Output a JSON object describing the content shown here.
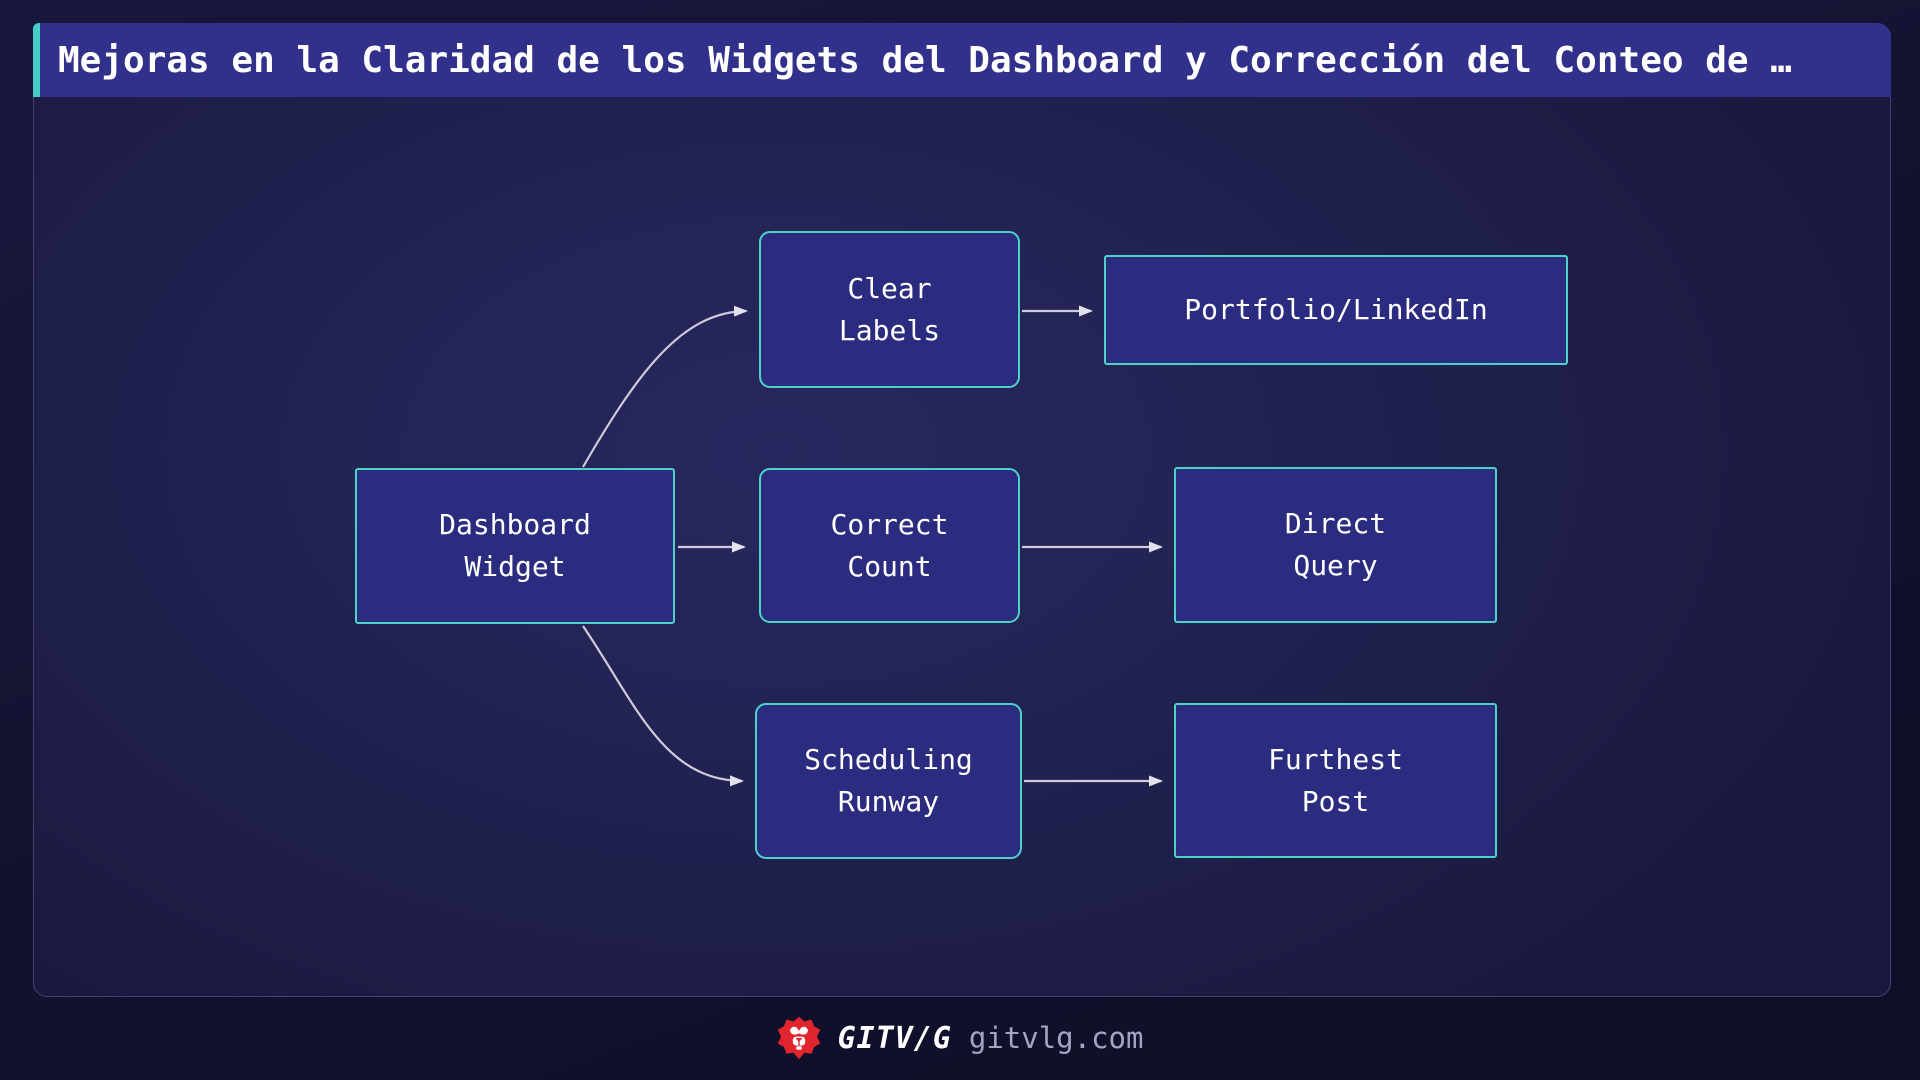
{
  "title": "Mejoras en la Claridad de los Widgets del Dashboard y Corrección del Conteo de …",
  "diagram": {
    "nodes": [
      {
        "id": "dashboard-widget",
        "label": "Dashboard\nWidget",
        "shape": "square"
      },
      {
        "id": "clear-labels",
        "label": "Clear\nLabels",
        "shape": "rounded"
      },
      {
        "id": "portfolio-linkedin",
        "label": "Portfolio/LinkedIn",
        "shape": "square"
      },
      {
        "id": "correct-count",
        "label": "Correct\nCount",
        "shape": "rounded"
      },
      {
        "id": "direct-query",
        "label": "Direct\nQuery",
        "shape": "square"
      },
      {
        "id": "scheduling-runway",
        "label": "Scheduling\nRunway",
        "shape": "rounded"
      },
      {
        "id": "furthest-post",
        "label": "Furthest\nPost",
        "shape": "square"
      }
    ],
    "edges": [
      {
        "from": "dashboard-widget",
        "to": "clear-labels"
      },
      {
        "from": "dashboard-widget",
        "to": "correct-count"
      },
      {
        "from": "dashboard-widget",
        "to": "scheduling-runway"
      },
      {
        "from": "clear-labels",
        "to": "portfolio-linkedin"
      },
      {
        "from": "correct-count",
        "to": "direct-query"
      },
      {
        "from": "scheduling-runway",
        "to": "furthest-post"
      }
    ]
  },
  "footer": {
    "brand": "GITV/G",
    "domain": "gitvlg.com",
    "logo_icon": "lion-icon"
  },
  "colors": {
    "background": "#12122f",
    "panel_background": "#20204e",
    "panel_border": "#42426f",
    "title_bar_background": "#31318c",
    "accent_teal": "#45cfc4",
    "node_fill": "#2b2b7f",
    "node_border": "#4dd2c8",
    "node_text": "#ffffff",
    "edge": "#ccccdb",
    "logo_red": "#e0252e",
    "domain_text": "#a4a4c0"
  }
}
